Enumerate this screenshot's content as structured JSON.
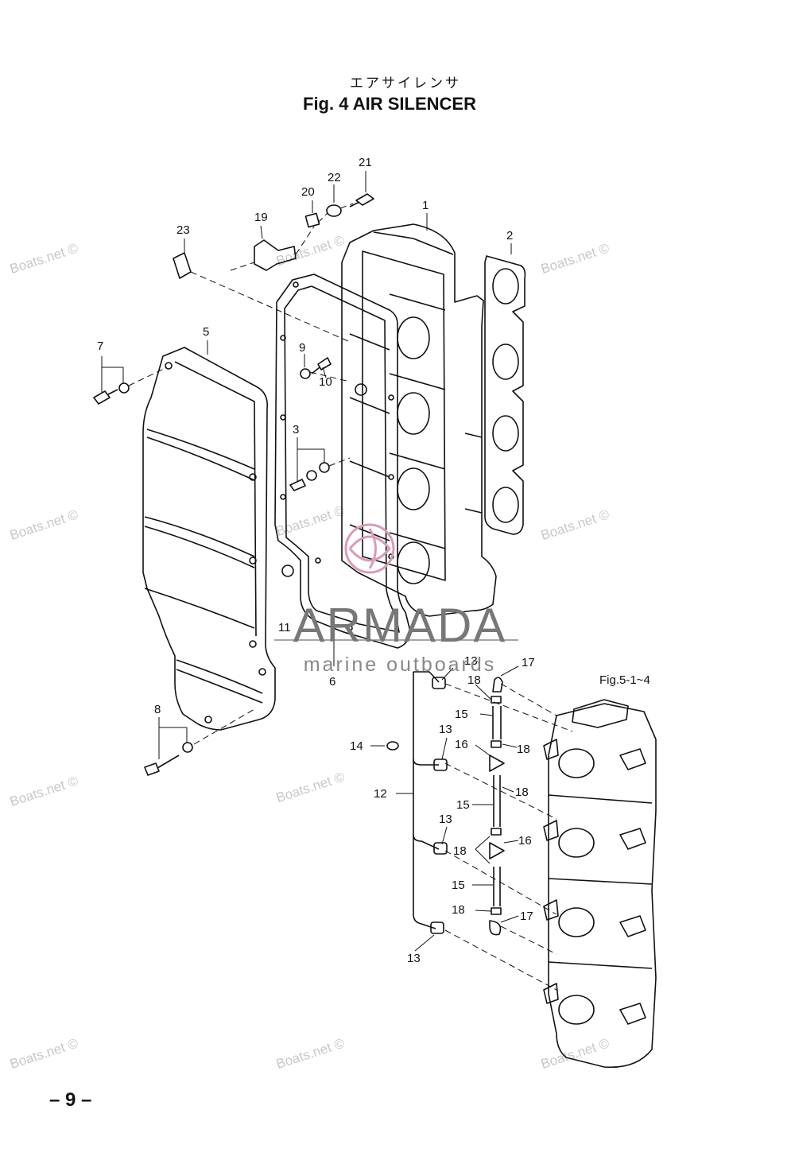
{
  "header": {
    "title_jp": "エアサイレンサ",
    "title_en": "Fig. 4    AIR SILENCER"
  },
  "footer": {
    "page_number": "– 9 –"
  },
  "watermark": {
    "text": "Boats.net ©",
    "color": "#c8c8c8"
  },
  "brand": {
    "name": "ARMADA",
    "tagline": "marine outboards",
    "logo_color": "#d99ab8"
  },
  "callouts": {
    "c1": "1",
    "c2": "2",
    "c3": "3",
    "c5": "5",
    "c6": "6",
    "c7": "7",
    "c8": "8",
    "c9": "9",
    "c10": "10",
    "c11": "11",
    "c12": "12",
    "c13a": "13",
    "c13b": "13",
    "c13c": "13",
    "c13d": "13",
    "c14": "14",
    "c15a": "15",
    "c15b": "15",
    "c15c": "15",
    "c16a": "16",
    "c16b": "16",
    "c17a": "17",
    "c17b": "17",
    "c18a": "18",
    "c18b": "18",
    "c18c": "18",
    "c18d": "18",
    "c18e": "18",
    "c19": "19",
    "c20": "20",
    "c21": "21",
    "c22": "22",
    "c23": "23",
    "ref": "Fig.5-1~4"
  }
}
